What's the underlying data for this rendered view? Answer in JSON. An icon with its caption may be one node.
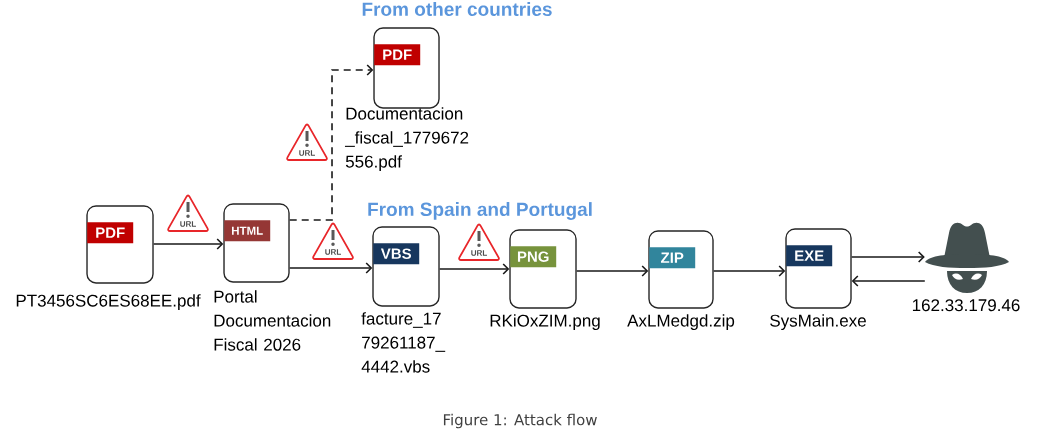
{
  "diagram": {
    "caption": "Figure 1: Attack flow",
    "nodes": [
      {
        "text": [
          "PDF"
        ],
        "beside": [
          "PT3456SC6ES68EE.pdf"
        ]
      },
      {
        "text": [
          "HTML"
        ],
        "beside": [
          "Portal Documentacion Fiscal 2026"
        ]
      },
      {
        "text": [
          "PDF"
        ],
        "beside": [
          "Documentacion _fiscal_1779672 556.pdf"
        ]
      },
      {
        "text": [
          "VBS"
        ],
        "beside": [
          "facture_17 79261187_ 4442.vbs"
        ]
      },
      {
        "text": [
          "PNG"
        ],
        "beside": [
          "RKiOxZIM.png"
        ]
      },
      {
        "text": [
          "ZIP"
        ],
        "beside": [
          "AxLMedgd.zip"
        ]
      },
      {
        "text": [
          "EXE"
        ],
        "beside": [
          "SysMain.exe"
        ]
      },
      {
        "text": [],
        "shape": "person",
        "beside": [
          "162.33.179.46"
        ]
      }
    ],
    "edges": [
      {
        "from": 0,
        "to": 1,
        "arrow": "to"
      },
      {
        "from": 1,
        "to": 2,
        "arrow": "to",
        "style": "dashed"
      },
      {
        "from": 1,
        "to": 3,
        "arrow": "to"
      },
      {
        "from": 3,
        "to": 4,
        "arrow": "to"
      },
      {
        "from": 4,
        "to": 5,
        "arrow": "to"
      },
      {
        "from": 5,
        "to": 6,
        "arrow": "to"
      },
      {
        "from": 6,
        "to": 7,
        "arrow": "to"
      },
      {
        "from": 7,
        "to": 6,
        "arrow": "to"
      }
    ],
    "labels": [
      "From other countries",
      "URL",
      "From Spain and Portugal",
      "URL",
      "URL",
      "URL"
    ]
  }
}
